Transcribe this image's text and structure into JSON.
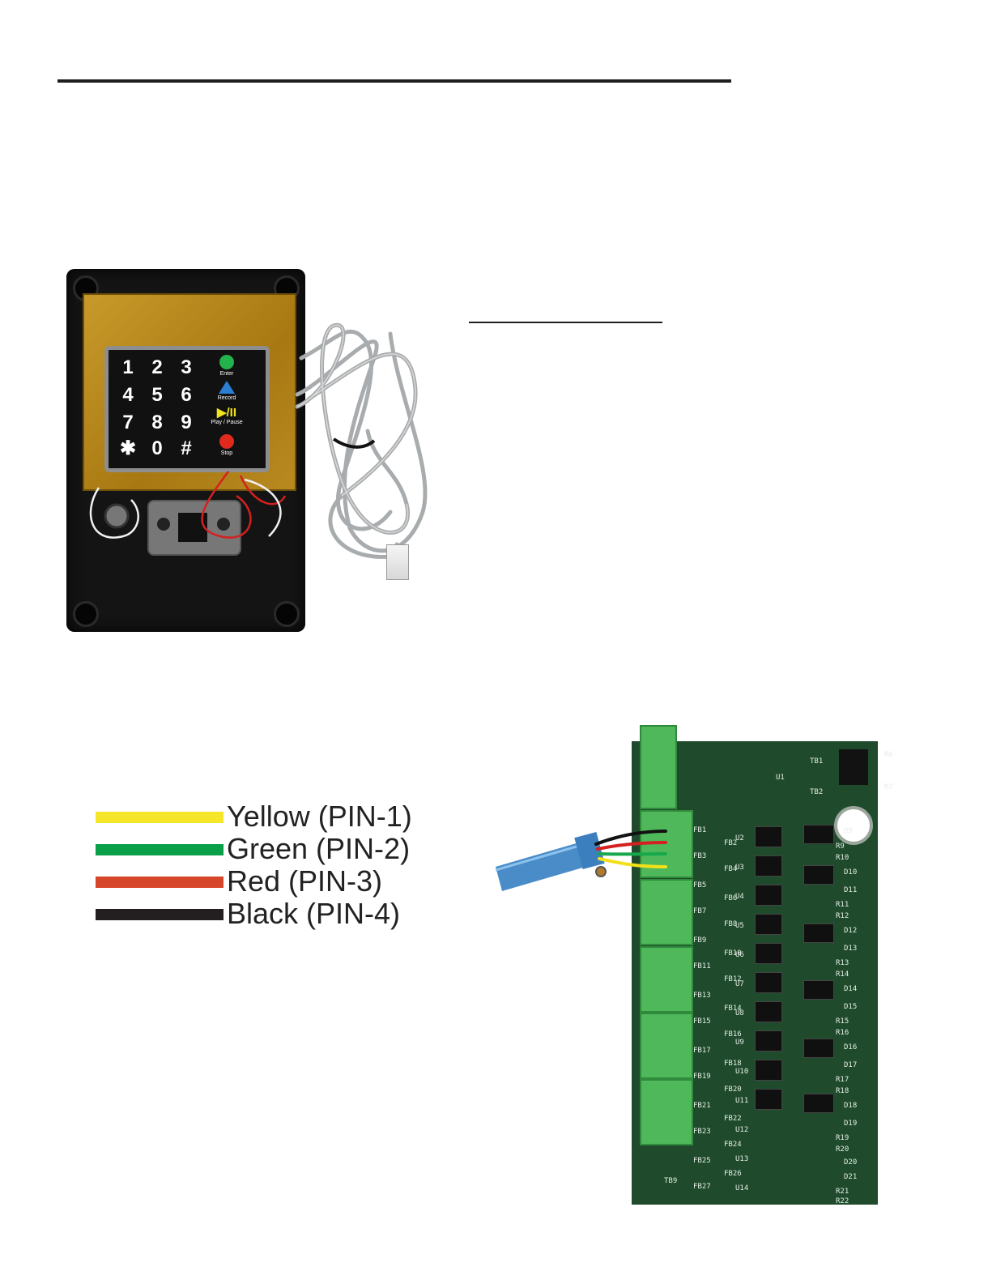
{
  "figure1": {
    "keypad": {
      "digits": [
        "1",
        "2",
        "3",
        "4",
        "5",
        "6",
        "7",
        "8",
        "9",
        "✱",
        "0",
        "#"
      ],
      "enter_label": "Enter",
      "record_label": "Record",
      "play_pause_symbol": "▶/II",
      "play_pause_label": "Play / Pause",
      "stop_label": "Stop"
    },
    "colors": {
      "enter": "#23b24b",
      "record": "#2a7fd4",
      "stop": "#e02a1e",
      "play": "#f3e31a"
    }
  },
  "wire_legend": [
    {
      "label": "Yellow (PIN-1)",
      "color": "#f5e62a"
    },
    {
      "label": "Green (PIN-2)",
      "color": "#0aa04a"
    },
    {
      "label": "Red (PIN-3)",
      "color": "#d6462a"
    },
    {
      "label": "Black (PIN-4)",
      "color": "#231f20"
    }
  ],
  "figure2": {
    "terminal_labels": [
      "TB1",
      "TB2",
      "TB9"
    ],
    "ic_labels": [
      "U1",
      "R6",
      "R7"
    ],
    "ferrite_labels": [
      "FB1",
      "FB2",
      "FB3",
      "FB4",
      "FB5",
      "FB6",
      "FB7",
      "FB8",
      "FB9",
      "FB10",
      "FB11",
      "FB12",
      "FB13",
      "FB14",
      "FB15",
      "FB16",
      "FB17",
      "FB18",
      "FB19",
      "FB20",
      "FB21",
      "FB22",
      "FB23",
      "FB24",
      "FB25",
      "FB26",
      "FB27"
    ],
    "u_labels": [
      "U2",
      "U3",
      "U4",
      "U5",
      "U6",
      "U7",
      "U8",
      "U9",
      "U10",
      "U11",
      "U12",
      "U13",
      "U14"
    ],
    "diode_labels": [
      "D9",
      "R9",
      "R10",
      "D10",
      "D11",
      "R11",
      "R12",
      "D12",
      "D13",
      "R13",
      "R14",
      "D14",
      "D15",
      "R15",
      "R16",
      "D16",
      "D17",
      "R17",
      "R18",
      "D18",
      "D19",
      "R19",
      "R20",
      "D20",
      "D21",
      "R21",
      "R22"
    ]
  }
}
